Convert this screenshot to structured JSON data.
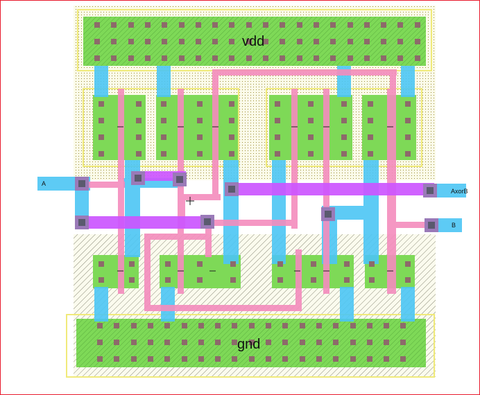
{
  "layout": {
    "rails": {
      "power": "vdd",
      "ground": "gnd"
    },
    "pins": {
      "input_a": "A",
      "input_b": "B",
      "output": "AxorB"
    }
  },
  "colors": {
    "frame": "#e8192c",
    "nwell_dots": "#9a8b2f",
    "pwell_hatch": "#6e6e5a",
    "diffusion": "#7ed957",
    "poly": "#f48cbd",
    "metal1": "#4cc6f5",
    "metal2": "#cc55ff",
    "contact": "#7a6a75",
    "via": "#6a6a8a"
  }
}
